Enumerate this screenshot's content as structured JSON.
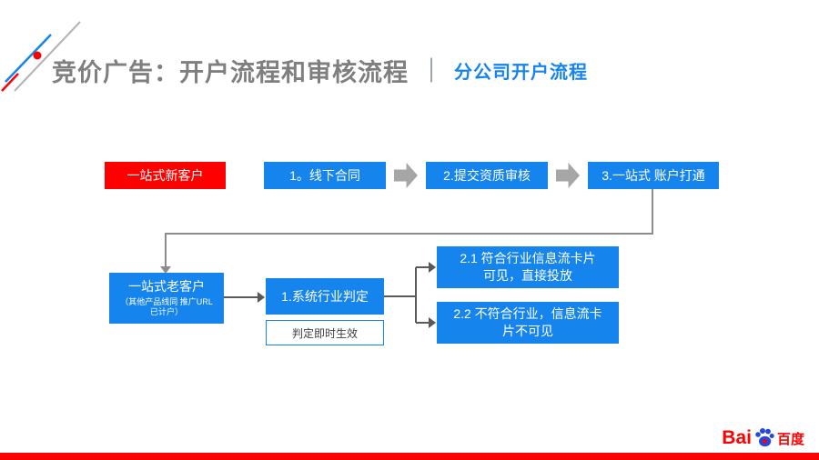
{
  "slide": {
    "title": "竞价广告：开户流程和审核流程",
    "divider": "｜",
    "subtitle": "分公司开户流程"
  },
  "flowchart": {
    "new_customer": {
      "label": "一站式新客户"
    },
    "steps": [
      {
        "label": "1。线下合同"
      },
      {
        "label": "2.提交资质审核"
      },
      {
        "label": "3.一站式 账户打通"
      }
    ],
    "old_customer": {
      "label": "一站式老客户",
      "note_line1": "（其他产品线同 推广URL",
      "note_line2": "已计户）"
    },
    "judge": {
      "label": "1.系统行业判定",
      "note": "判定即时生效"
    },
    "results": [
      {
        "line1": "2.1 符合行业信息流卡片",
        "line2": "可见，直接投放"
      },
      {
        "line1": "2.2 不符合行业，信息流卡",
        "line2": "片不可见"
      }
    ]
  },
  "logo": {
    "latin": "Bai",
    "cn": "百度"
  },
  "colors": {
    "blue": "#1584ec",
    "red": "#fe0000",
    "gray": "#7f7f7f",
    "line_gray": "#8c8c8c",
    "line_dark": "#595959"
  }
}
